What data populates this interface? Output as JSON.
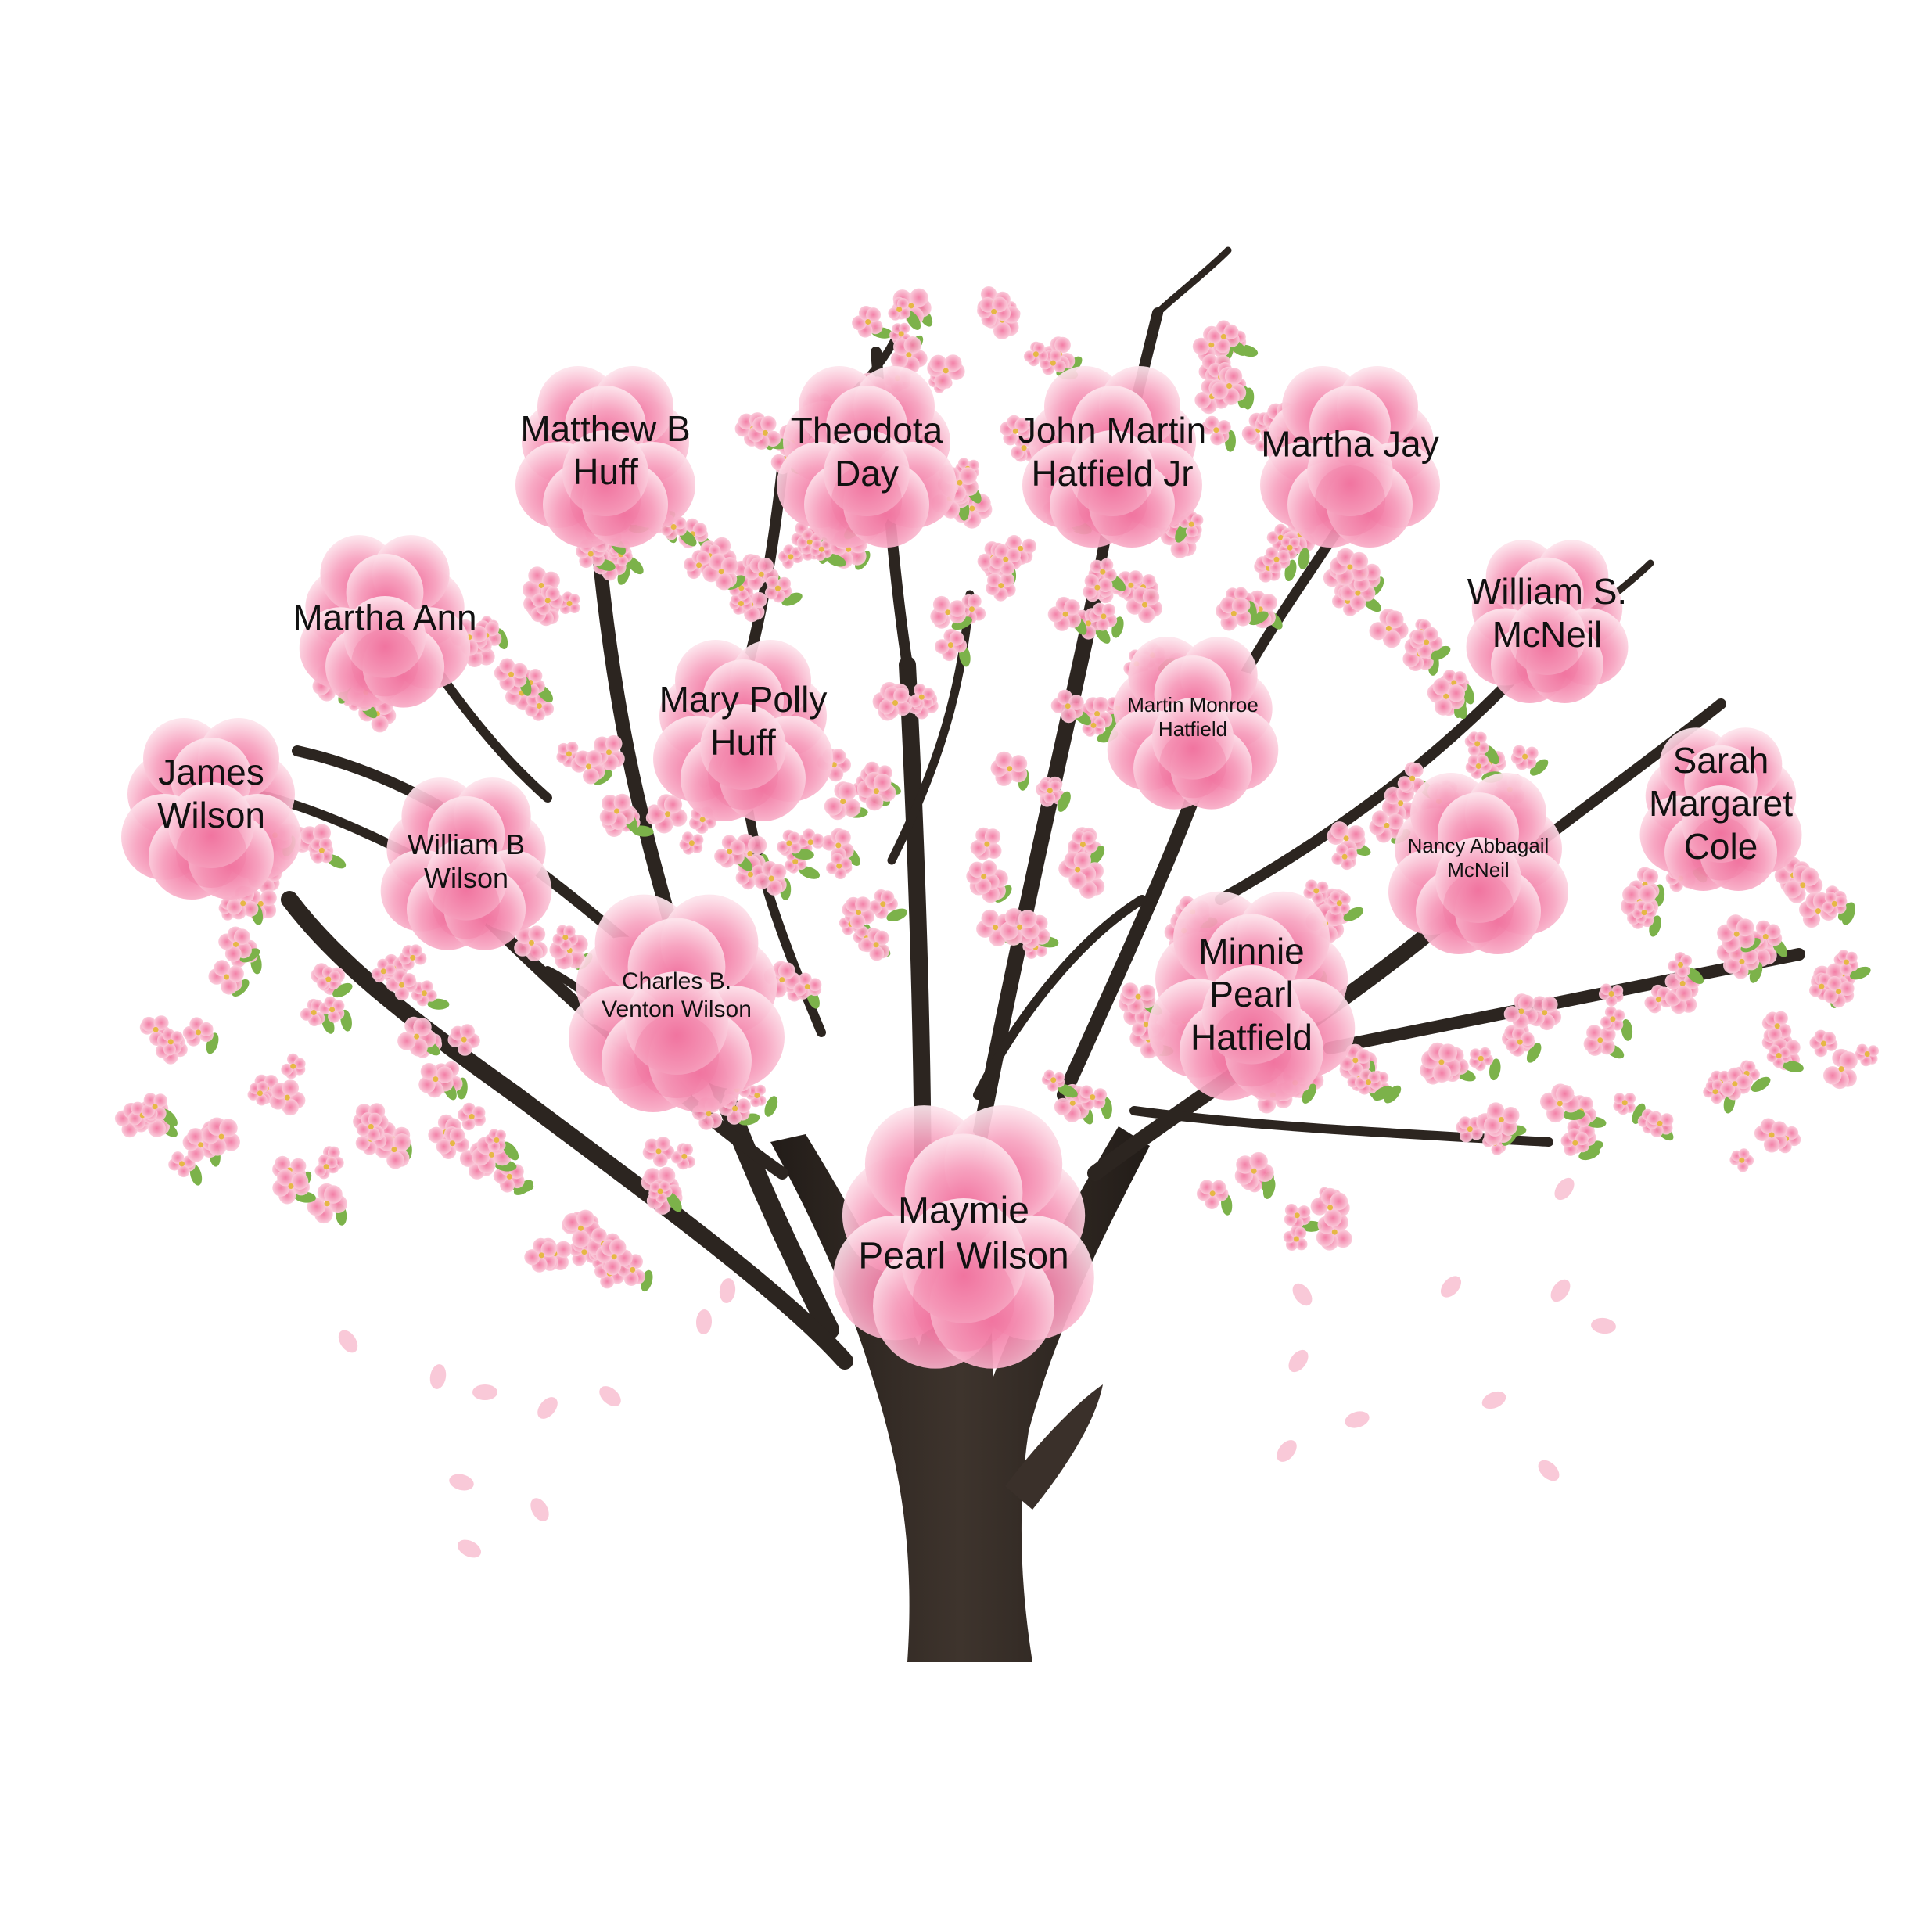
{
  "colors": {
    "trunk": "#2c2520",
    "blossom_light": "#fde6ee",
    "blossom_mid": "#f7a7c2",
    "blossom_deep": "#f07aa2",
    "blossom_center": "#e6b845",
    "leaf": "#7cb24a",
    "petal": "#f8c3d4",
    "label_text": "#111111"
  },
  "people": {
    "maymie": "Maymie\nPearl Wilson",
    "charles": "Charles B.\nVenton Wilson",
    "minnie": "Minnie\nPearl\nHatfield",
    "william_b": "William B\nWilson",
    "james": "James\nWilson",
    "martha_ann": "Martha Ann",
    "mary_polly": "Mary Polly\nHuff",
    "matthew": "Matthew B\nHuff",
    "theodota": "Theodota\nDay",
    "martin_monroe": "Martin Monroe\nHatfield",
    "john_martin": "John Martin\nHatfield Jr",
    "martha_jay": "Martha Jay",
    "nancy": "Nancy Abbagail\nMcNeil",
    "william_s": "William S.\nMcNeil",
    "sarah": "Sarah\nMargaret\nCole"
  }
}
